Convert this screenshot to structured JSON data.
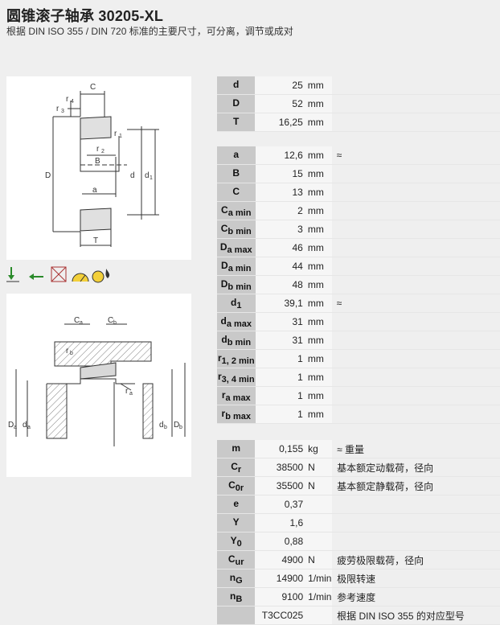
{
  "header": {
    "title": "圆锥滚子轴承 30205-XL",
    "subtitle": "根据 DIN ISO 355 / DIN 720 标准的主要尺寸，可分离，调节或成对"
  },
  "drawing1": {
    "labels": {
      "C": "C",
      "r4": "r",
      "r4s": "4",
      "r3": "r",
      "r3s": "3",
      "r1": "r",
      "r1s": "1",
      "r2": "r",
      "r2s": "2",
      "B": "B",
      "D": "D",
      "d": "d",
      "d1": "d",
      "d1s": "1",
      "a": "a",
      "T": "T"
    }
  },
  "drawing2": {
    "labels": {
      "Ca": "C",
      "Cas": "a",
      "Cb": "C",
      "Cbs": "b",
      "rb": "r",
      "rbs": "b",
      "ra": "r",
      "ras": "a",
      "Da": "D",
      "Das": "a",
      "da": "d",
      "das": "a",
      "db": "d",
      "dbs": "b",
      "Db": "D",
      "Dbs": "b"
    }
  },
  "icons": [
    "radial-load-icon",
    "axial-load-icon",
    "no-seal-icon",
    "speed-icon",
    "lubrication-icon"
  ],
  "table1": [
    {
      "s": "d",
      "sub": "",
      "v": "25",
      "u": "mm",
      "n": ""
    },
    {
      "s": "D",
      "sub": "",
      "v": "52",
      "u": "mm",
      "n": ""
    },
    {
      "s": "T",
      "sub": "",
      "v": "16,25",
      "u": "mm",
      "n": ""
    }
  ],
  "table2": [
    {
      "s": "a",
      "sub": "",
      "v": "12,6",
      "u": "mm",
      "n": "≈"
    },
    {
      "s": "B",
      "sub": "",
      "v": "15",
      "u": "mm",
      "n": ""
    },
    {
      "s": "C",
      "sub": "",
      "v": "13",
      "u": "mm",
      "n": ""
    },
    {
      "s": "C",
      "sub": "a min",
      "v": "2",
      "u": "mm",
      "n": ""
    },
    {
      "s": "C",
      "sub": "b min",
      "v": "3",
      "u": "mm",
      "n": ""
    },
    {
      "s": "D",
      "sub": "a max",
      "v": "46",
      "u": "mm",
      "n": ""
    },
    {
      "s": "D",
      "sub": "a min",
      "v": "44",
      "u": "mm",
      "n": ""
    },
    {
      "s": "D",
      "sub": "b min",
      "v": "48",
      "u": "mm",
      "n": ""
    },
    {
      "s": "d",
      "sub": "1",
      "v": "39,1",
      "u": "mm",
      "n": "≈"
    },
    {
      "s": "d",
      "sub": "a max",
      "v": "31",
      "u": "mm",
      "n": ""
    },
    {
      "s": "d",
      "sub": "b min",
      "v": "31",
      "u": "mm",
      "n": ""
    },
    {
      "s": "r",
      "sub": "1, 2 min",
      "v": "1",
      "u": "mm",
      "n": ""
    },
    {
      "s": "r",
      "sub": "3, 4 min",
      "v": "1",
      "u": "mm",
      "n": ""
    },
    {
      "s": "r",
      "sub": "a max",
      "v": "1",
      "u": "mm",
      "n": ""
    },
    {
      "s": "r",
      "sub": "b max",
      "v": "1",
      "u": "mm",
      "n": ""
    }
  ],
  "table3": [
    {
      "s": "m",
      "sub": "",
      "v": "0,155",
      "u": "kg",
      "n": "≈ 重量"
    },
    {
      "s": "C",
      "sub": "r",
      "v": "38500",
      "u": "N",
      "n": "基本额定动载荷，径向"
    },
    {
      "s": "C",
      "sub": "0r",
      "v": "35500",
      "u": "N",
      "n": "基本额定静载荷，径向"
    },
    {
      "s": "e",
      "sub": "",
      "v": "0,37",
      "u": "",
      "n": ""
    },
    {
      "s": "Y",
      "sub": "",
      "v": "1,6",
      "u": "",
      "n": ""
    },
    {
      "s": "Y",
      "sub": "0",
      "v": "0,88",
      "u": "",
      "n": ""
    },
    {
      "s": "C",
      "sub": "ur",
      "v": "4900",
      "u": "N",
      "n": "疲劳极限载荷，径向"
    },
    {
      "s": "n",
      "sub": "G",
      "v": "14900",
      "u": "1/min",
      "n": "极限转速"
    },
    {
      "s": "n",
      "sub": "B",
      "v": "9100",
      "u": "1/min",
      "n": "参考速度"
    },
    {
      "s": "",
      "sub": "",
      "v": "T3CC025",
      "u": "",
      "n": "根据 DIN ISO 355 的对应型号"
    }
  ]
}
